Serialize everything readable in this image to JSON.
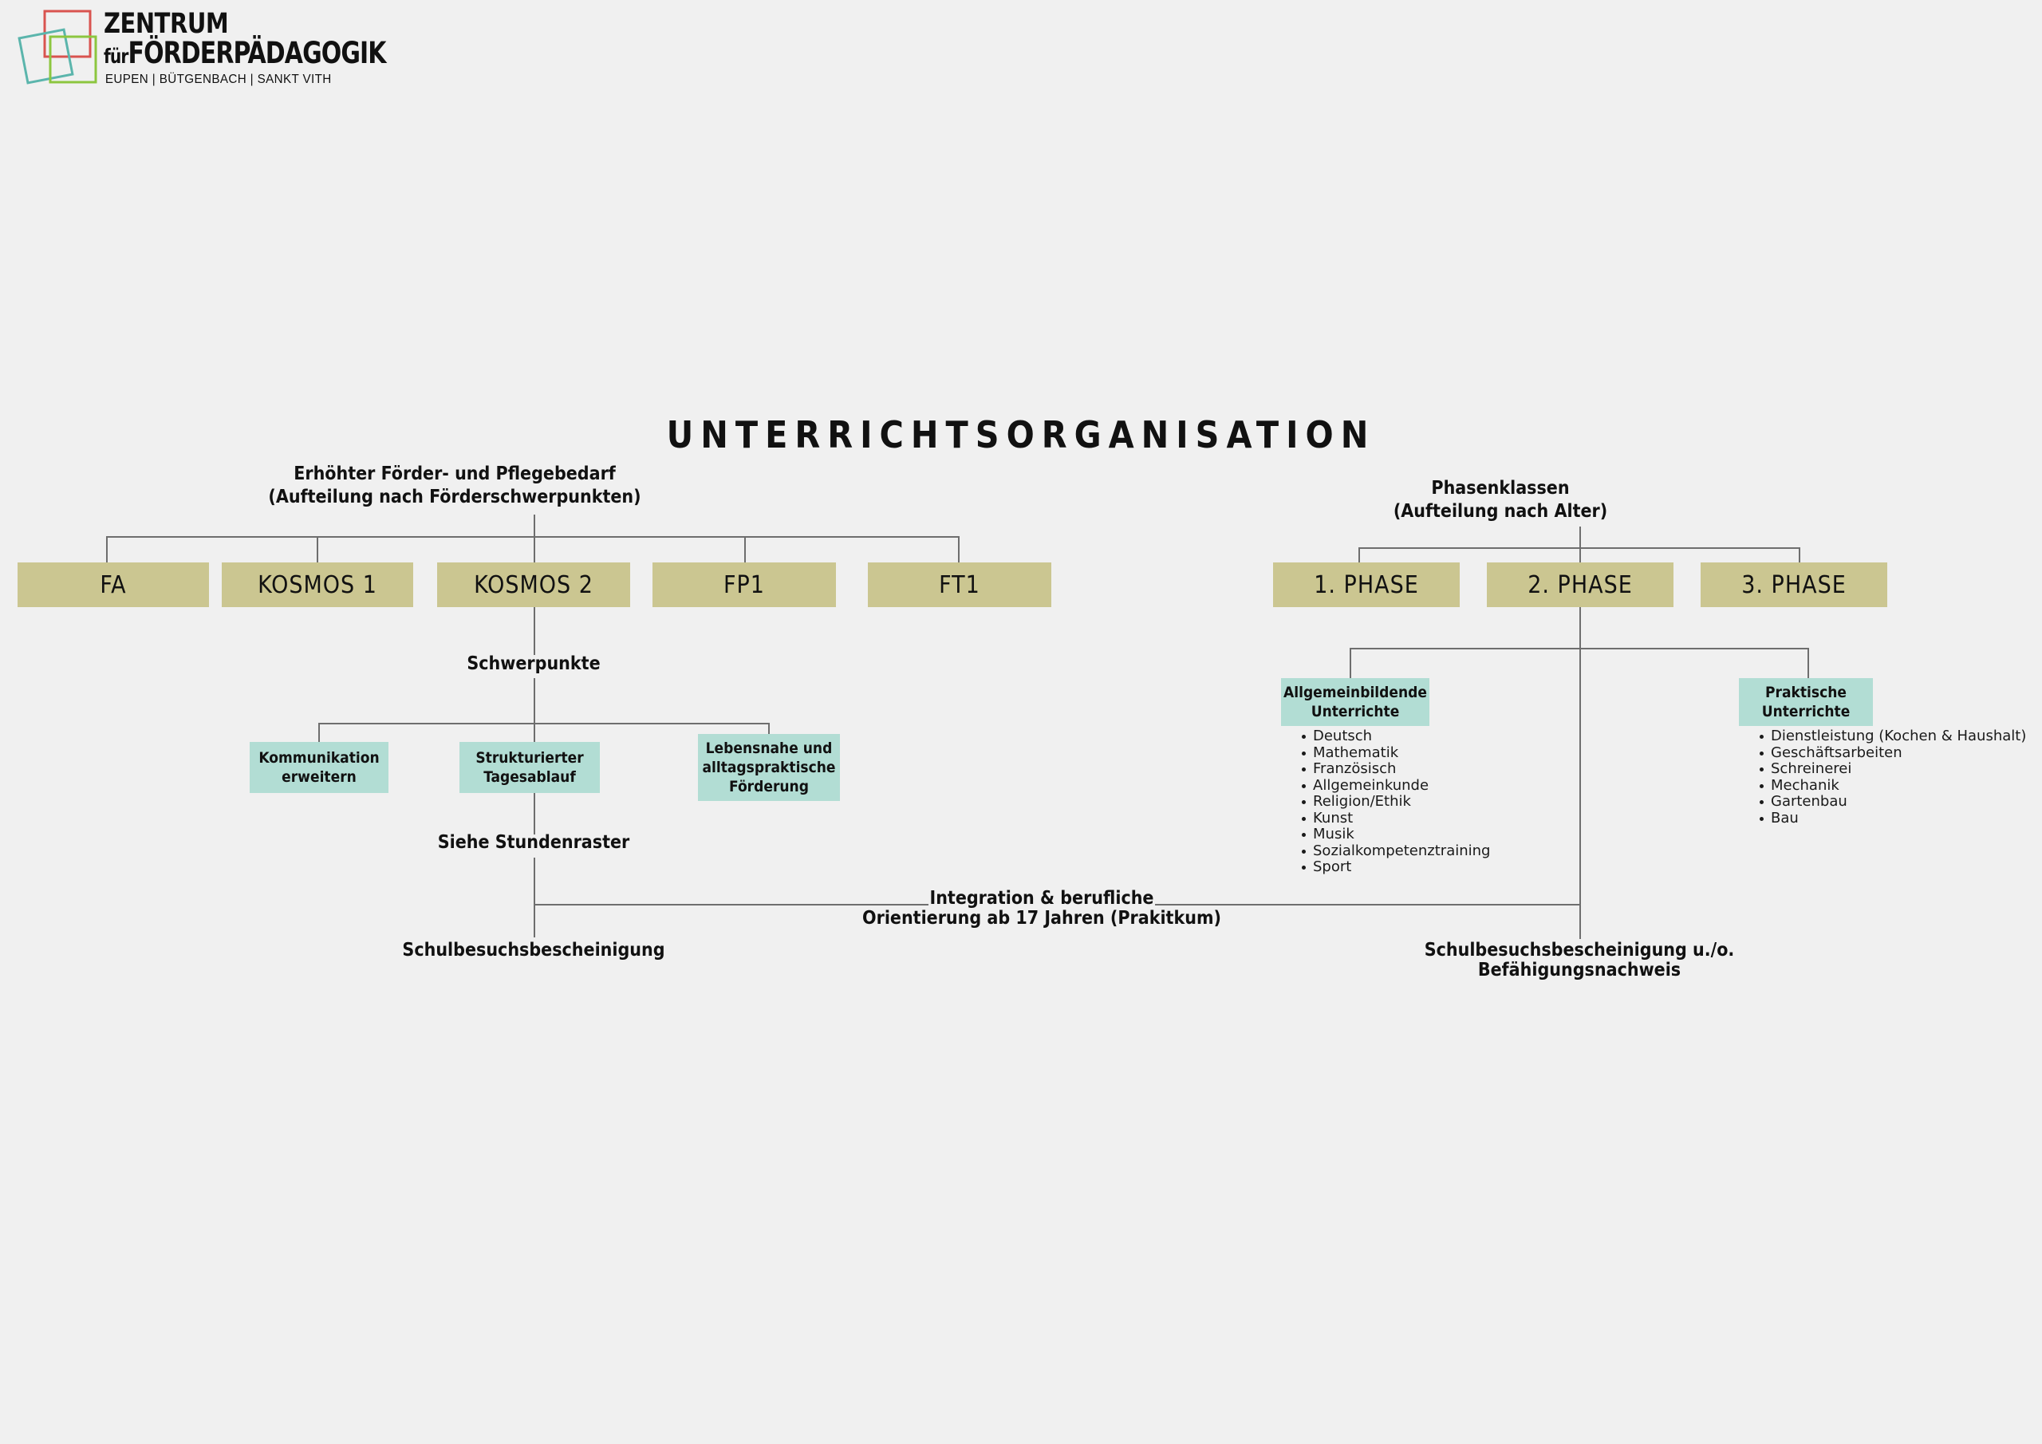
{
  "logo": {
    "line1": "ZENTRUM",
    "line2_prefix": "für",
    "line2": "FÖRDERPÄDAGOGIK",
    "line3": "EUPEN | BÜTGENBACH | SANKT VITH",
    "colors": {
      "red": "#d9534f",
      "teal": "#5bb5ac",
      "green": "#8cc63f"
    }
  },
  "page": {
    "title": "UNTERRICHTSORGANISATION",
    "background": "#f0f0f0",
    "box_gold": "#cbc691",
    "box_teal": "#b2ddd4",
    "line_color": "#6e6e6e"
  },
  "left_branch": {
    "heading_line1": "Erhöhter Förder- und Pflegebedarf",
    "heading_line2": "(Aufteilung nach Förderschwerpunkten)",
    "classes": [
      {
        "label": "FA"
      },
      {
        "label": "KOSMOS 1"
      },
      {
        "label": "KOSMOS 2"
      },
      {
        "label": "FP1"
      },
      {
        "label": "FT1"
      }
    ],
    "schwerpunkte_label": "Schwerpunkte",
    "schwerpunkte": [
      {
        "label": "Kommunikation\nerweitern"
      },
      {
        "label": "Strukturierter\nTagesablauf"
      },
      {
        "label": "Lebensnahe und\nalltagspraktische\nFörderung"
      }
    ],
    "stundenraster_label": "Siehe Stundenraster",
    "outcome": "Schulbesuchsbescheinigung"
  },
  "right_branch": {
    "heading_line1": "Phasenklassen",
    "heading_line2": "(Aufteilung nach Alter)",
    "phases": [
      {
        "label": "1. PHASE"
      },
      {
        "label": "2. PHASE"
      },
      {
        "label": "3. PHASE"
      }
    ],
    "subject_groups": [
      {
        "title": "Allgemeinbildende\nUnterrichte",
        "items": [
          "Deutsch",
          "Mathematik",
          "Französisch",
          "Allgemeinkunde",
          "Religion/Ethik",
          "Kunst",
          "Musik",
          "Sozialkompetenztraining",
          "Sport"
        ]
      },
      {
        "title": "Praktische\nUnterrichte",
        "items": [
          "Dienstleistung (Kochen & Haushalt)",
          "Geschäftsarbeiten",
          "Schreinerei",
          "Mechanik",
          "Gartenbau",
          "Bau"
        ]
      }
    ],
    "outcome_line1": "Schulbesuchsbescheinigung u./o.",
    "outcome_line2": "Befähigungsnachweis"
  },
  "bridge": {
    "line1": "Integration & berufliche",
    "line2": "Orientierung ab 17 Jahren (Prakitkum)"
  }
}
